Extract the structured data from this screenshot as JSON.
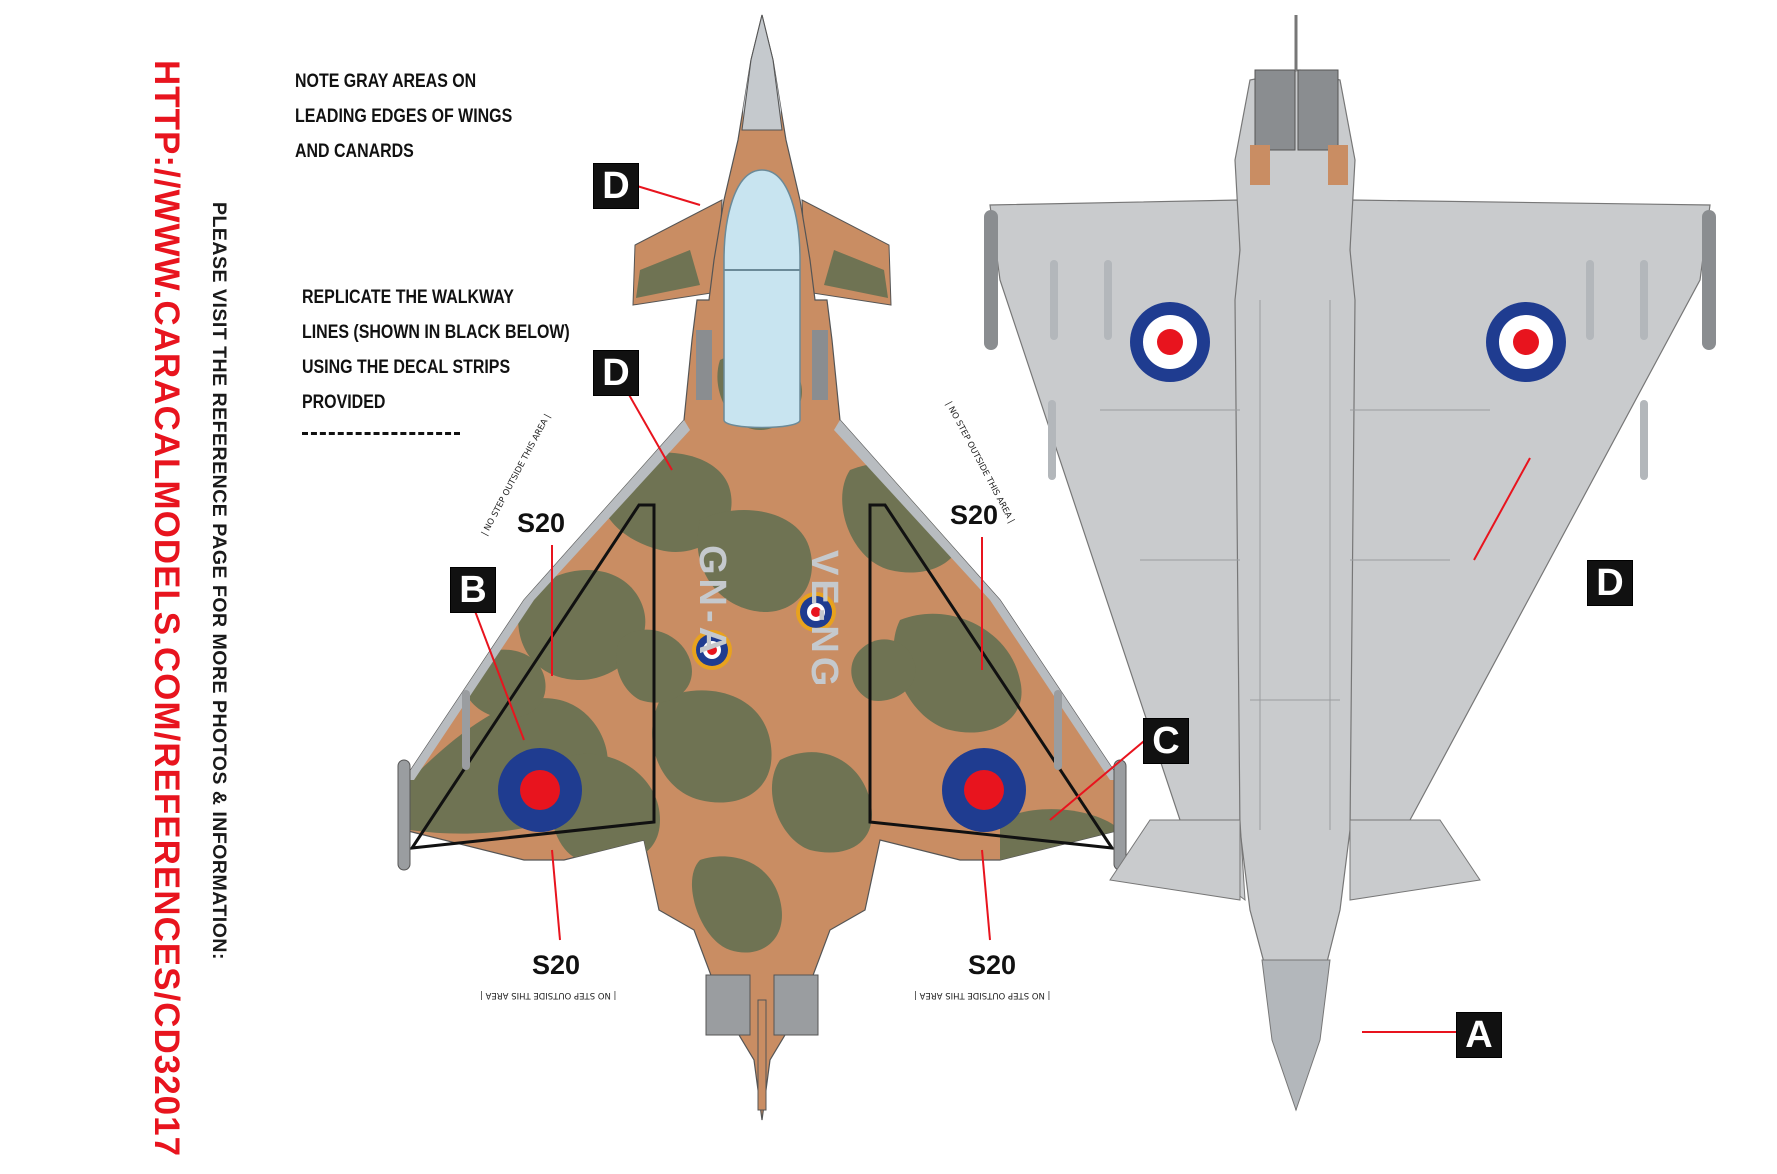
{
  "sidebar": {
    "url": "HTTP://WWW.CARACALMODELS.COM/REFERENCES/CD32017",
    "visit_note": "PLEASE VISIT THE REFERENCE PAGE FOR MORE PHOTOS & INFORMATION:"
  },
  "notes": {
    "gray_areas": [
      "NOTE GRAY AREAS ON",
      "LEADING EDGES OF WINGS",
      "AND CANARDS"
    ],
    "walkway": [
      "REPLICATE THE WALKWAY",
      "LINES (SHOWN IN BLACK BELOW)",
      "USING THE DECAL STRIPS",
      "PROVIDED"
    ]
  },
  "labels": {
    "a": "A",
    "b": "B",
    "c": "C",
    "d": "D"
  },
  "stencils": {
    "s20": "S20",
    "no_step": "| NO STEP OUTSIDE THIS AREA |"
  },
  "serials": {
    "left": "GN-A",
    "right": "VE-NG"
  },
  "colors": {
    "url_red": "#e8141e",
    "camo_tan": "#c98d63",
    "camo_green": "#6f7353",
    "underside_gray": "#c9cbcd",
    "roundel_blue": "#1f3c90",
    "roundel_red": "#e8141e",
    "canopy": "#c8e4f0"
  }
}
